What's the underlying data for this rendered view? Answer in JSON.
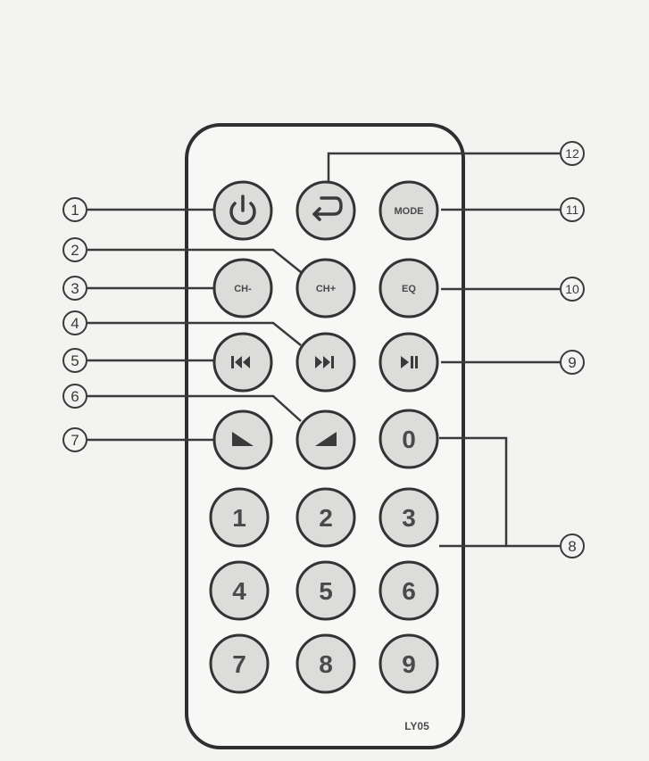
{
  "remote": {
    "model_label": "LY05",
    "keys": {
      "power": {
        "icon": "power-icon"
      },
      "return": {
        "icon": "return-arrow-icon"
      },
      "mode": {
        "label": "MODE"
      },
      "ch_minus": {
        "label": "CH-"
      },
      "ch_plus": {
        "label": "CH+"
      },
      "eq": {
        "label": "EQ"
      },
      "prev": {
        "icon": "previous-track-icon"
      },
      "next": {
        "icon": "next-track-icon"
      },
      "play_pause": {
        "icon": "play-pause-icon"
      },
      "vol_down": {
        "icon": "volume-down-icon"
      },
      "vol_up": {
        "icon": "volume-up-icon"
      },
      "digits": [
        "0",
        "1",
        "2",
        "3",
        "4",
        "5",
        "6",
        "7",
        "8",
        "9"
      ]
    }
  },
  "callouts": [
    "1",
    "2",
    "3",
    "4",
    "5",
    "6",
    "7",
    "8",
    "9",
    "10",
    "11",
    "12"
  ],
  "colors": {
    "background": "#f3f3f1",
    "line": "#3a3a3a",
    "button_fill": "#dcdcda",
    "button_stroke": "#333333"
  }
}
